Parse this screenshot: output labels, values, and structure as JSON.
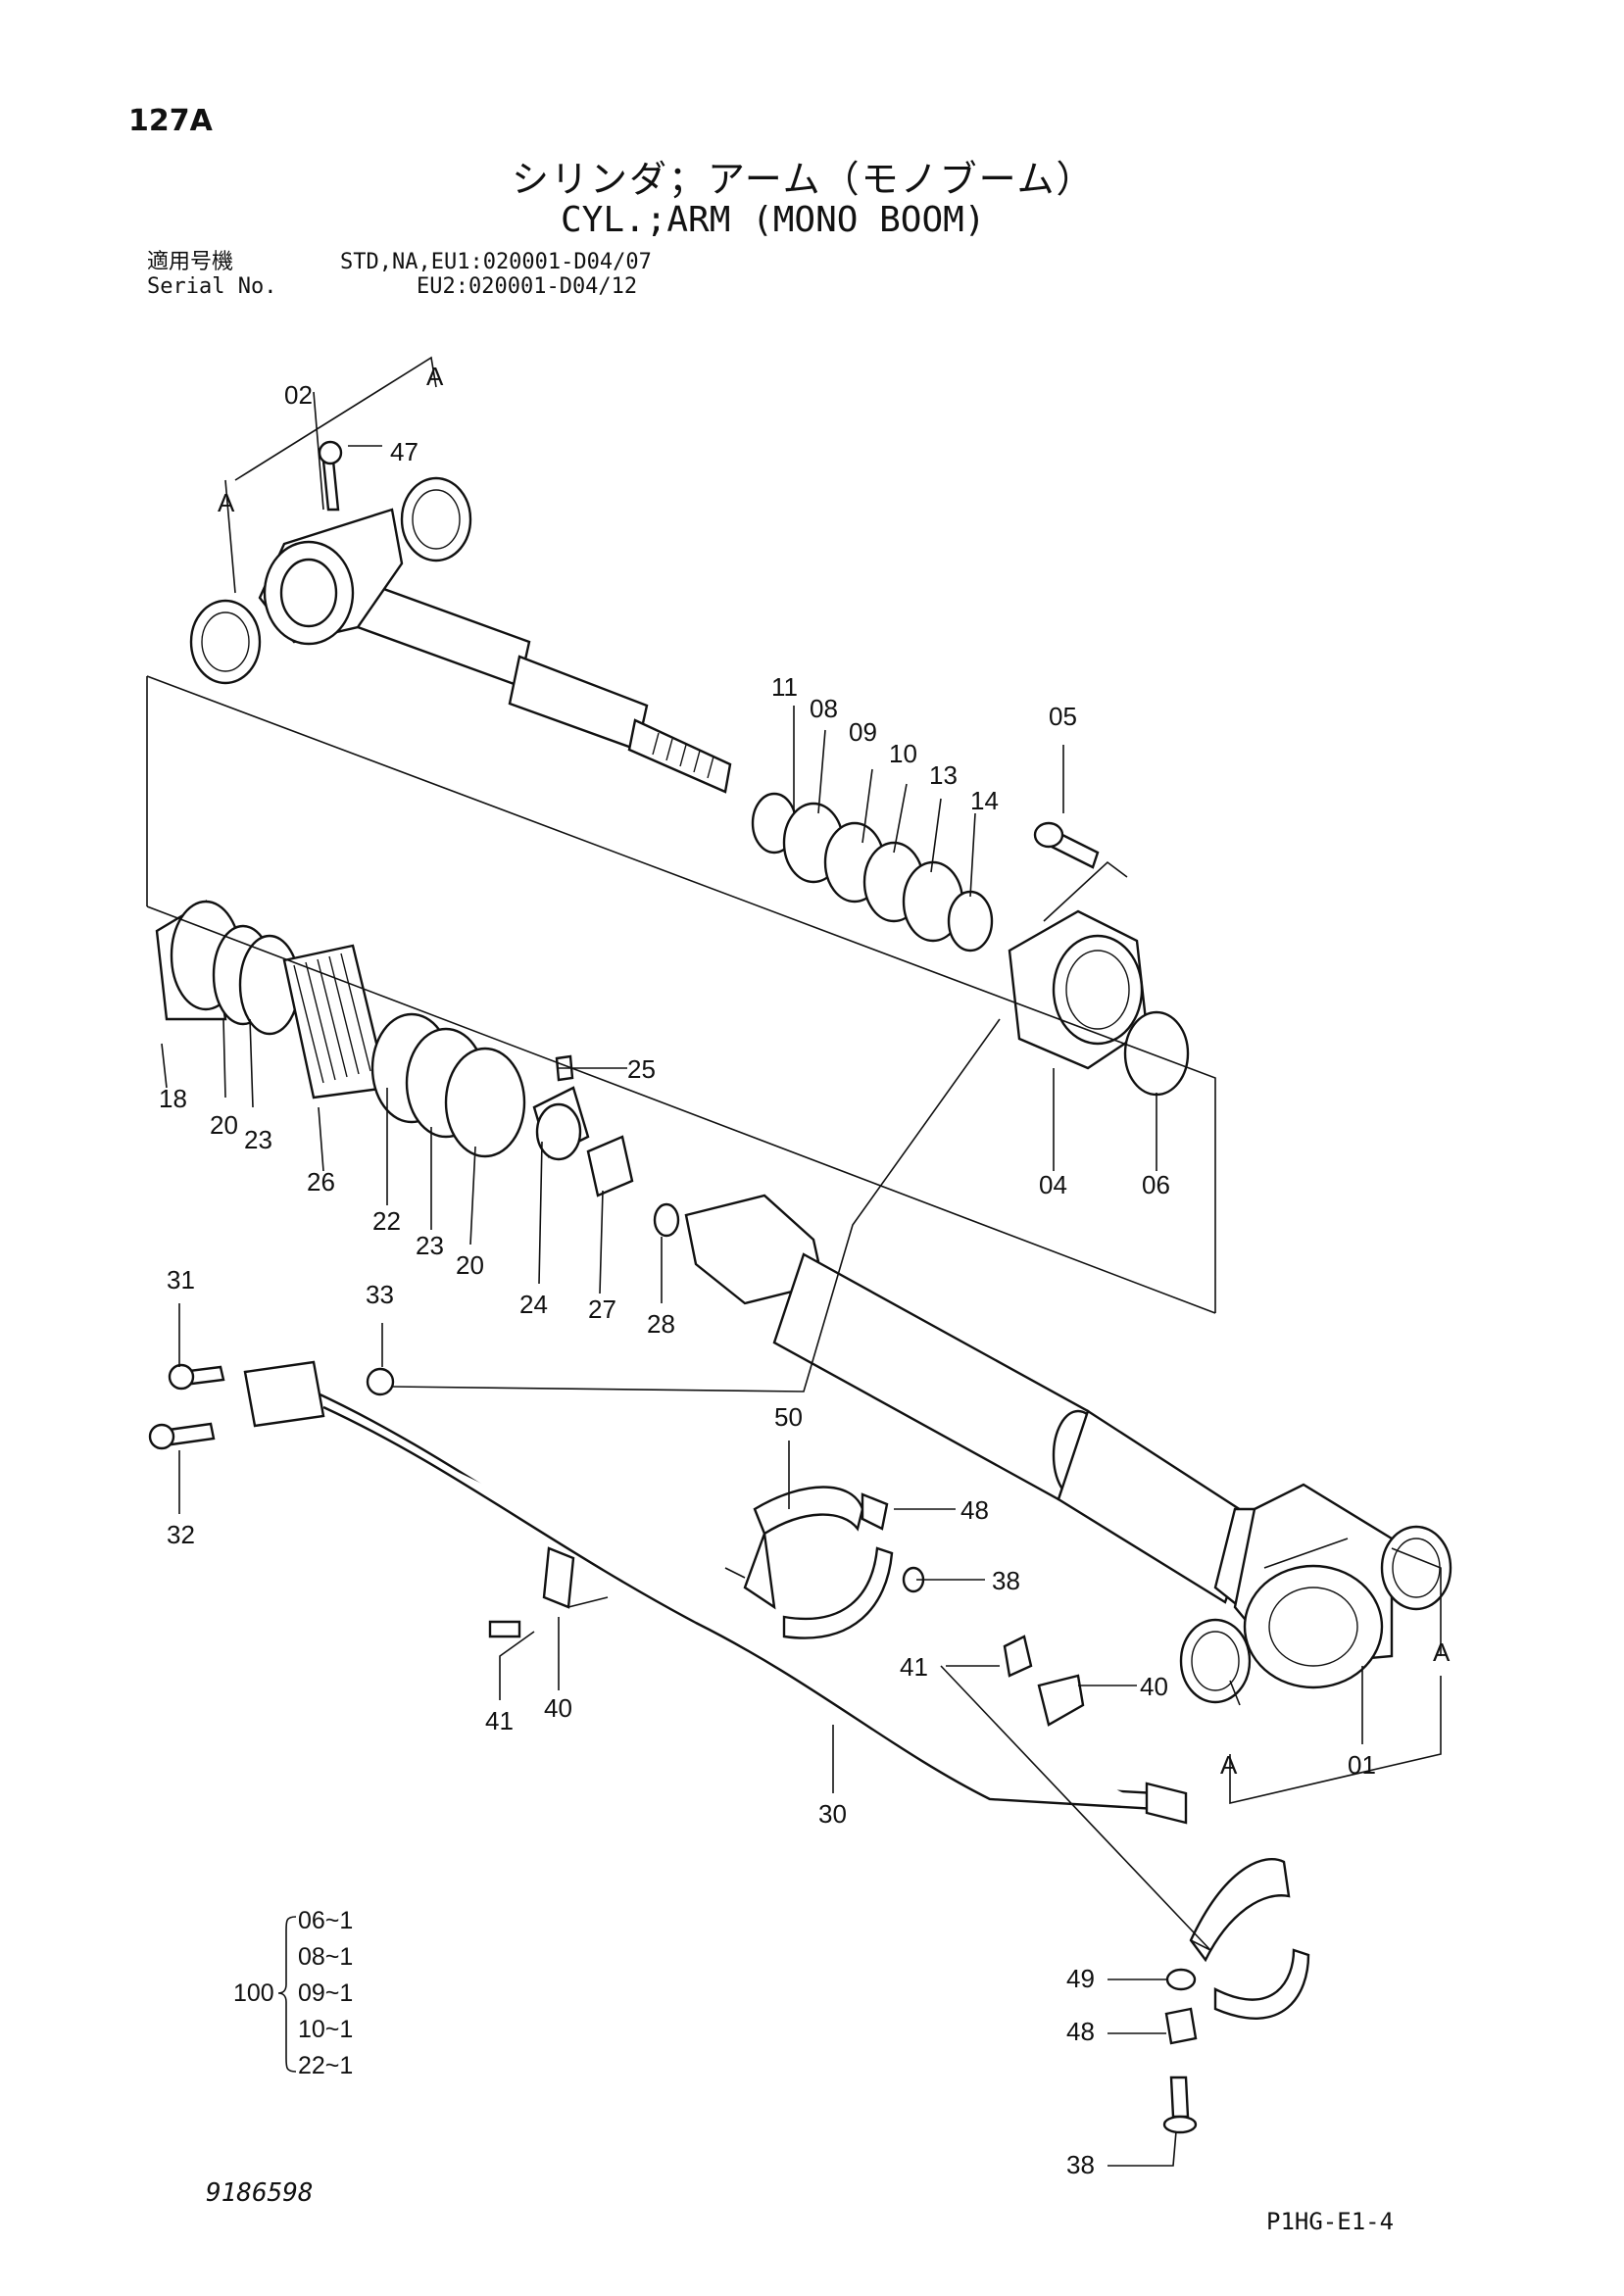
{
  "header": {
    "page_number": "127A",
    "title_ja": "シリンダ；アーム（モノブーム）",
    "title_en": "CYL.;ARM (MONO BOOM)",
    "serial_label_ja": "適用号機",
    "serial_label_en": "Serial No.",
    "serial_line_1": "STD,NA,EU1:020001-D04/07",
    "serial_line_2": "EU2:020001-D04/12"
  },
  "callouts": {
    "c01": "01",
    "c02": "02",
    "c04": "04",
    "c05": "05",
    "c06": "06",
    "c08": "08",
    "c09": "09",
    "c10": "10",
    "c11": "11",
    "c13": "13",
    "c14": "14",
    "c18": "18",
    "c20a": "20",
    "c20b": "20",
    "c22": "22",
    "c23a": "23",
    "c23b": "23",
    "c24": "24",
    "c25": "25",
    "c26": "26",
    "c27": "27",
    "c28": "28",
    "c30": "30",
    "c31": "31",
    "c32": "32",
    "c33": "33",
    "c38a": "38",
    "c38b": "38",
    "c40a": "40",
    "c40b": "40",
    "c41a": "41",
    "c41b": "41",
    "c47": "47",
    "c48a": "48",
    "c48b": "48",
    "c49": "49",
    "c50": "50",
    "a1": "A",
    "a2": "A",
    "a3": "A",
    "a4": "A"
  },
  "kit": {
    "number": "100",
    "items": [
      "06~1",
      "08~1",
      "09~1",
      "10~1",
      "22~1"
    ]
  },
  "footer": {
    "drawing_number": "9186598",
    "page_code": "P1HG-E1-4"
  }
}
